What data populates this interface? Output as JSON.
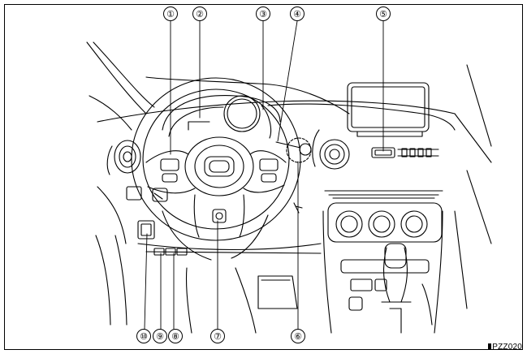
{
  "figure": {
    "code": "PZZ020",
    "callouts": [
      {
        "id": "c1",
        "label": "①"
      },
      {
        "id": "c2",
        "label": "②"
      },
      {
        "id": "c3",
        "label": "③"
      },
      {
        "id": "c4",
        "label": "④"
      },
      {
        "id": "c5",
        "label": "⑤"
      },
      {
        "id": "c6",
        "label": "⑥"
      },
      {
        "id": "c7",
        "label": "⑦"
      },
      {
        "id": "c8",
        "label": "⑧"
      },
      {
        "id": "c9",
        "label": "⑨"
      },
      {
        "id": "c10",
        "label": "⑩"
      }
    ]
  }
}
